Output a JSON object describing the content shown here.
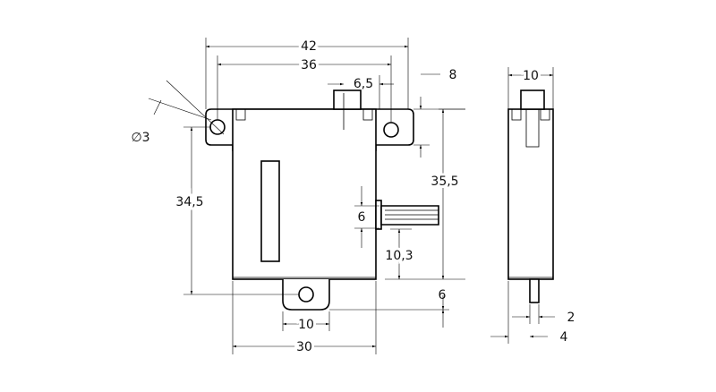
{
  "dimensions": {
    "overall_width": "42",
    "hole_spacing": "36",
    "shaft_offset": "6,5",
    "flange_thickness": "8",
    "hole_diameter": "∅3",
    "height_total": "34,5",
    "tab_offset": "6",
    "shaft_length": "35,5",
    "body_height": "10,3",
    "tab_extension": "6",
    "tab_width": "10",
    "body_depth": "30",
    "side_width": "10",
    "shaft_diameter": "2",
    "shaft_offset_side": "4"
  }
}
